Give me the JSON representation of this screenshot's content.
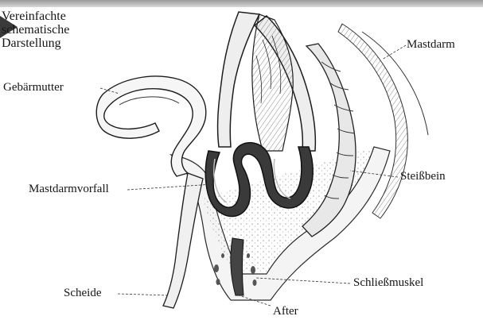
{
  "caption": {
    "line1": "Vereinfachte",
    "line2": "schematische",
    "line3": "Darstellung"
  },
  "labels": {
    "uterus": "Gebärmutter",
    "rectum": "Mastdarm",
    "prolapse": "Mastdarmvorfall",
    "coccyx": "Steißbein",
    "vagina": "Scheide",
    "sphincter": "Schließmuskel",
    "anus": "After"
  },
  "colors": {
    "ink": "#161616",
    "tissue": "#f2f2f2",
    "bone": "#e2e2e2",
    "dark": "#2a2a2a"
  }
}
